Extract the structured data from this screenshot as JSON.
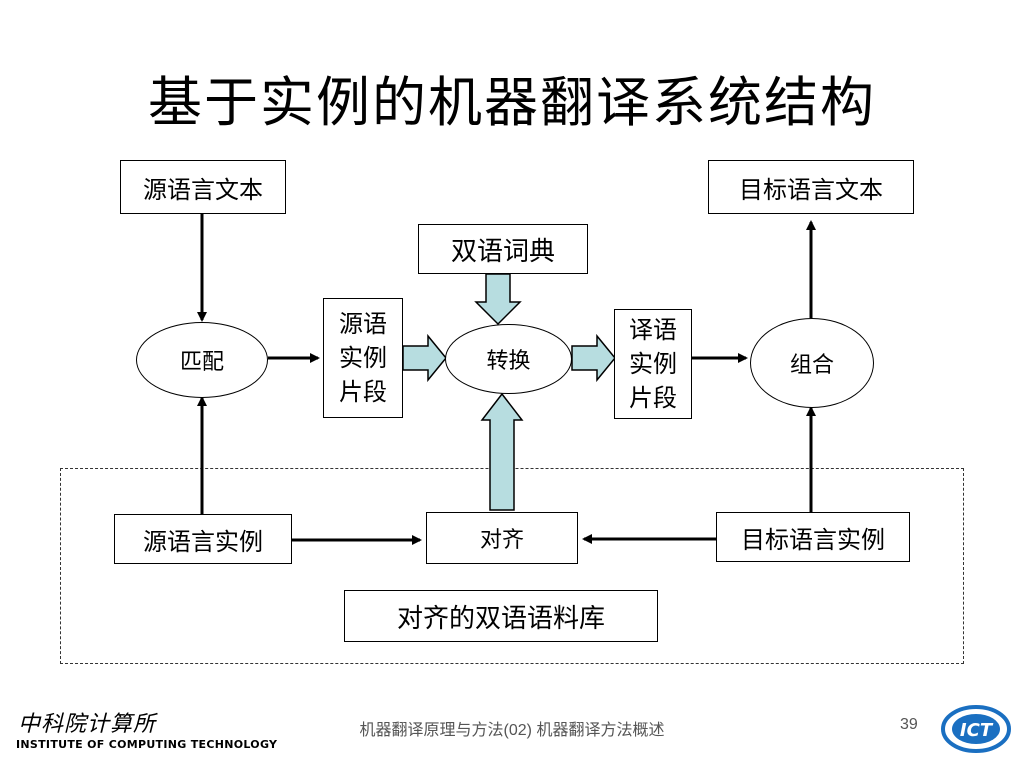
{
  "title": "基于实例的机器翻译系统结构",
  "nodes": {
    "source_text": "源语言文本",
    "target_text": "目标语言文本",
    "bilingual_dict": "双语词典",
    "match": "匹配",
    "source_fragment": "源语\n实例\n片段",
    "transfer": "转换",
    "target_fragment": "译语\n实例\n片段",
    "combine": "组合",
    "source_example": "源语言实例",
    "align": "对齐",
    "target_example": "目标语言实例",
    "corpus": "对齐的双语语料库"
  },
  "footer": {
    "text": "机器翻译原理与方法(02) 机器翻译方法概述",
    "page": "39",
    "logo_cn": "中科院计算所",
    "logo_en": "INSTITUTE OF COMPUTING TECHNOLOGY",
    "logo_mark": "ICT"
  },
  "colors": {
    "block_arrow_fill": "#b7dde0",
    "logo_blue": "#1a6fc1"
  }
}
